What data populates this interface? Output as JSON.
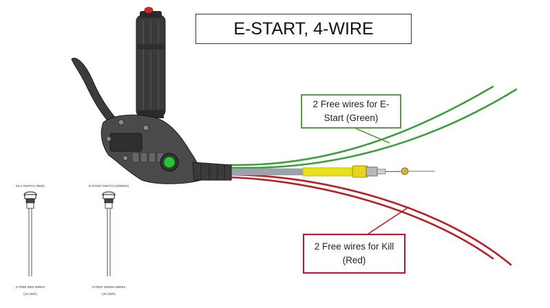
{
  "title": "E-START, 4-WIRE",
  "callouts": {
    "green": {
      "line1": "2 Free wires for E-",
      "line2": "Start (Green)"
    },
    "red": {
      "line1": "2 Free wires for Kill",
      "line2": "(Red)"
    }
  },
  "components": {
    "kill_switch": {
      "label": "KILL SWITCH (RED)",
      "wires_line1": "2 FREE RED WIRES",
      "wires_line2": "(16 AWG)"
    },
    "estart_switch": {
      "label": "E-START SWITCH (GREEN)",
      "wires_line1": "2 FREE GREEN WIRES",
      "wires_line2": "(16 AWG)"
    }
  },
  "colors": {
    "green_wire": "#3a9e3a",
    "red_wire": "#b81d24",
    "green_border": "#5b9b3b",
    "red_border": "#c8102e",
    "throttle_body": "#3a3a3a",
    "button_green": "#27c43a",
    "button_red": "#d9232a",
    "cable_yellow": "#e8e01a"
  }
}
